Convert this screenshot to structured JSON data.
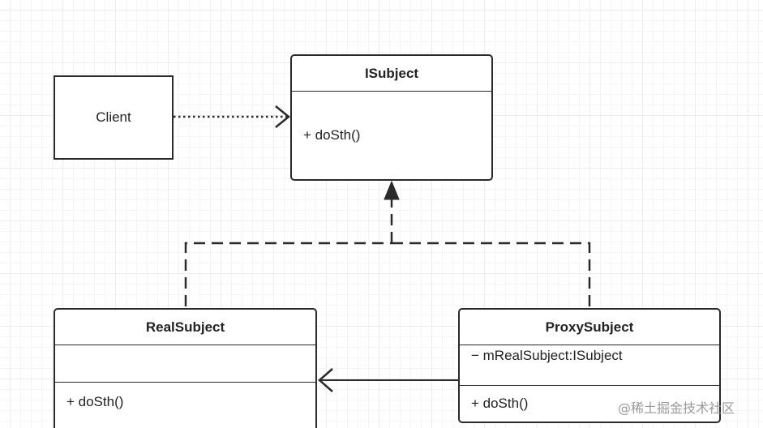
{
  "client": {
    "label": "Client"
  },
  "isubject": {
    "name": "ISubject",
    "operations": [
      "+ doSth()"
    ]
  },
  "real_subject": {
    "name": "RealSubject",
    "attributes": [],
    "operations": [
      "+ doSth()"
    ]
  },
  "proxy_subject": {
    "name": "ProxySubject",
    "attributes": [
      "− mRealSubject:ISubject"
    ],
    "operations": [
      "+ doSth()"
    ]
  },
  "watermark": "@稀土掘金技术社区",
  "colors": {
    "stroke": "#2a2a2a",
    "grid": "#ededed",
    "watermark": "#9a9a9a"
  },
  "relationships": [
    {
      "from": "Client",
      "to": "ISubject",
      "kind": "dependency"
    },
    {
      "from": "RealSubject",
      "to": "ISubject",
      "kind": "realization"
    },
    {
      "from": "ProxySubject",
      "to": "ISubject",
      "kind": "realization"
    },
    {
      "from": "ProxySubject",
      "to": "RealSubject",
      "kind": "association"
    }
  ]
}
